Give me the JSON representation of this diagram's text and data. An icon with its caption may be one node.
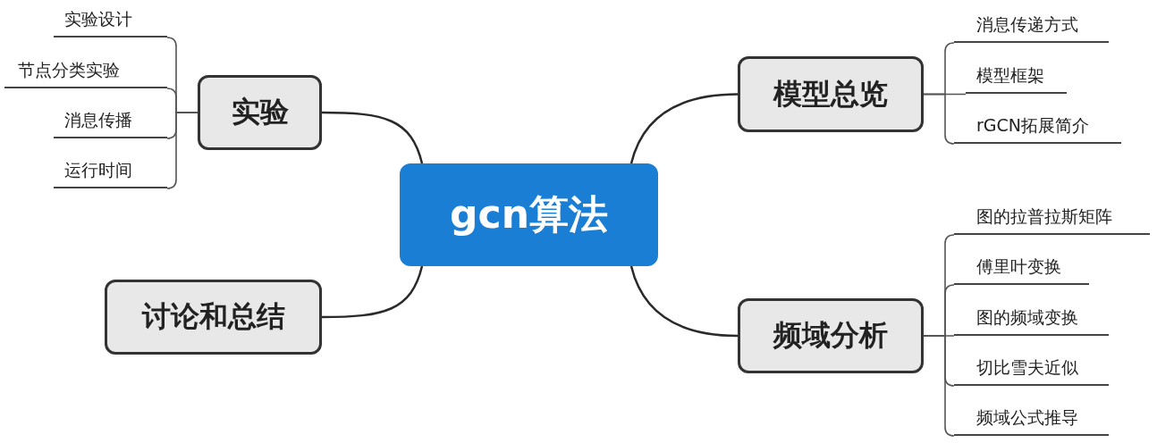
{
  "diagram": {
    "nodes": [
      {
        "text": [
          "gcn算法"
        ]
      },
      {
        "text": [
          "模型总览"
        ]
      },
      {
        "text": [
          "消息传递方式"
        ]
      },
      {
        "text": [
          "模型框架"
        ]
      },
      {
        "text": [
          "rGCN拓展简介"
        ]
      },
      {
        "text": [
          "频域分析"
        ]
      },
      {
        "text": [
          "图的拉普拉斯矩阵"
        ]
      },
      {
        "text": [
          "傅里叶变换"
        ]
      },
      {
        "text": [
          "图的频域变换"
        ]
      },
      {
        "text": [
          "切比雪夫近似"
        ]
      },
      {
        "text": [
          "频域公式推导"
        ]
      },
      {
        "text": [
          "实验"
        ]
      },
      {
        "text": [
          "实验设计"
        ]
      },
      {
        "text": [
          "节点分类实验"
        ]
      },
      {
        "text": [
          "消息传播"
        ]
      },
      {
        "text": [
          "运行时间"
        ]
      },
      {
        "text": [
          "讨论和总结"
        ]
      }
    ],
    "edges": [
      {
        "from": 0,
        "to": 1,
        "arrow": "none"
      },
      {
        "from": 0,
        "to": 5,
        "arrow": "none"
      },
      {
        "from": 0,
        "to": 11,
        "arrow": "none"
      },
      {
        "from": 0,
        "to": 16,
        "arrow": "none"
      },
      {
        "from": 1,
        "to": 2,
        "arrow": "none"
      },
      {
        "from": 1,
        "to": 3,
        "arrow": "none"
      },
      {
        "from": 1,
        "to": 4,
        "arrow": "none"
      },
      {
        "from": 5,
        "to": 6,
        "arrow": "none"
      },
      {
        "from": 5,
        "to": 7,
        "arrow": "none"
      },
      {
        "from": 5,
        "to": 8,
        "arrow": "none"
      },
      {
        "from": 5,
        "to": 9,
        "arrow": "none"
      },
      {
        "from": 5,
        "to": 10,
        "arrow": "none"
      },
      {
        "from": 11,
        "to": 12,
        "arrow": "none"
      },
      {
        "from": 11,
        "to": 13,
        "arrow": "none"
      },
      {
        "from": 11,
        "to": 14,
        "arrow": "none"
      },
      {
        "from": 11,
        "to": 15,
        "arrow": "none"
      }
    ]
  }
}
